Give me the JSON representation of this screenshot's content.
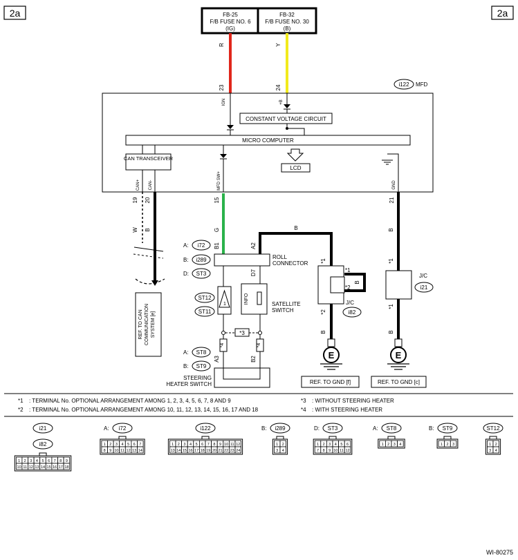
{
  "page_id_left": "2a",
  "page_id_right": "2a",
  "fuses": {
    "fb25": {
      "line1": "FB-25",
      "line2": "F/B FUSE NO. 6",
      "line3": "(IG)"
    },
    "fb32": {
      "line1": "FB-32",
      "line2": "F/B FUSE NO. 30",
      "line3": "(B)"
    }
  },
  "wire_colors": {
    "red": "#e0261b",
    "yellow": "#f2ea1c",
    "green": "#2ab24a",
    "black": "#000000"
  },
  "wire_labels": {
    "ig_wire": "R",
    "b_wire": "Y",
    "can_h": "W",
    "can_l": "B",
    "mfd_sw": "G",
    "roll_to_jc": "B",
    "jc_loop": "B",
    "gnd_wire": "B",
    "jc82_to_gnd": "B",
    "jc21_to_gnd": "B"
  },
  "pins": {
    "p23": "23",
    "p24": "24",
    "p19": "19",
    "p20": "20",
    "p15": "15",
    "p21": "21",
    "b1": "B1",
    "a2": "A2",
    "d7": "D7",
    "a3": "A3",
    "b2": "B2"
  },
  "mfd": {
    "connector": "i122",
    "label": "MFD",
    "ig": "IGN",
    "b_plus": "+B",
    "cvc": "CONSTANT VOLTAGE CIRCUIT",
    "micro": "MICRO COMPUTER",
    "can": "CAN TRANSCEIVER",
    "lcd": "LCD",
    "can_h": "CAN+",
    "can_l": "CAN-",
    "mfd_sw": "MFD SW+",
    "gnd": "GND"
  },
  "roll_connector": {
    "label_line1": "ROLL",
    "label_line2": "CONNECTOR",
    "a_prefix": "A:",
    "a_conn": "i72",
    "b_prefix": "B:",
    "b_conn": "i289",
    "d_prefix": "D:",
    "d_conn": "ST3"
  },
  "satellite": {
    "label_line1": "SATELLITE",
    "label_line2": "SWITCH",
    "info": "INFO",
    "conn1": "ST12",
    "conn2": "ST11"
  },
  "steering_heater": {
    "label_line1": "STEERING",
    "label_line2": "HEATER SWITCH",
    "a_prefix": "A:",
    "a_conn": "ST8",
    "b_prefix": "B:",
    "b_conn": "ST9",
    "mark3": "*3",
    "mark4": "*4"
  },
  "jc_left": {
    "label": "J/C",
    "conn": "i82",
    "m1": "*1",
    "m2": "*2"
  },
  "jc_right": {
    "label": "J/C",
    "conn": "i21",
    "m1": "*1"
  },
  "ref_can": {
    "line1": "REF. TO CAN",
    "line2": "COMMUNICATION",
    "line3": "SYSTEM [e]"
  },
  "ref_gnd_f": "REF. TO GND [f]",
  "ref_gnd_c": "REF. TO GND [c]",
  "ground_letter": "E",
  "notes": {
    "n1_mark": "*1",
    "n1": ": TERMINAL No. OPTIONAL ARRANGEMENT AMONG 1, 2, 3, 4, 5, 6, 7, 8 AND 9",
    "n2_mark": "*2",
    "n2": ": TERMINAL No. OPTIONAL ARRANGEMENT AMONG 10, 11, 12, 13, 14, 15, 16, 17 AND 18",
    "n3_mark": "*3",
    "n3": ": WITHOUT STEERING HEATER",
    "n4_mark": "*4",
    "n4": ": WITH STEERING HEATER"
  },
  "connector_views": [
    {
      "id": "i21",
      "id2": "i82",
      "prefix": "",
      "rows": [
        [
          "1",
          "2",
          "3",
          "4",
          "5",
          "6",
          "7",
          "8",
          "9"
        ],
        [
          "10",
          "11",
          "12",
          "13",
          "14",
          "15",
          "16",
          "17",
          "18"
        ]
      ]
    },
    {
      "id": "i72",
      "prefix": "A:",
      "rows": [
        [
          "1",
          "2",
          "3",
          "4",
          "5",
          "6",
          "7"
        ],
        [
          "8",
          "9",
          "10",
          "11",
          "12",
          "13",
          "14"
        ]
      ]
    },
    {
      "id": "i122",
      "prefix": "",
      "rows": [
        [
          "1",
          "2",
          "3",
          "4",
          "5",
          "6",
          "7",
          "8",
          "9",
          "10",
          "11",
          "12"
        ],
        [
          "13",
          "14",
          "15",
          "16",
          "17",
          "18",
          "19",
          "20",
          "21",
          "22",
          "23",
          "24"
        ]
      ]
    },
    {
      "id": "i289",
      "prefix": "B:",
      "rows": [
        [
          "1",
          "2"
        ],
        [
          "3",
          "4"
        ]
      ]
    },
    {
      "id": "ST3",
      "prefix": "D:",
      "rows": [
        [
          "1",
          "2",
          "3",
          "4",
          "5",
          "6"
        ],
        [
          "7",
          "8",
          "9",
          "10",
          "11",
          "12"
        ]
      ]
    },
    {
      "id": "ST8",
      "prefix": "A:",
      "rows": [
        [
          "1",
          "2",
          "3",
          "4"
        ]
      ]
    },
    {
      "id": "ST9",
      "prefix": "B:",
      "rows": [
        [
          "1",
          "2",
          "3"
        ]
      ]
    },
    {
      "id": "ST12",
      "prefix": "",
      "rows": [
        [
          "1",
          "2"
        ],
        [
          "3",
          "4"
        ]
      ]
    }
  ],
  "doc_id": "WI-80275"
}
